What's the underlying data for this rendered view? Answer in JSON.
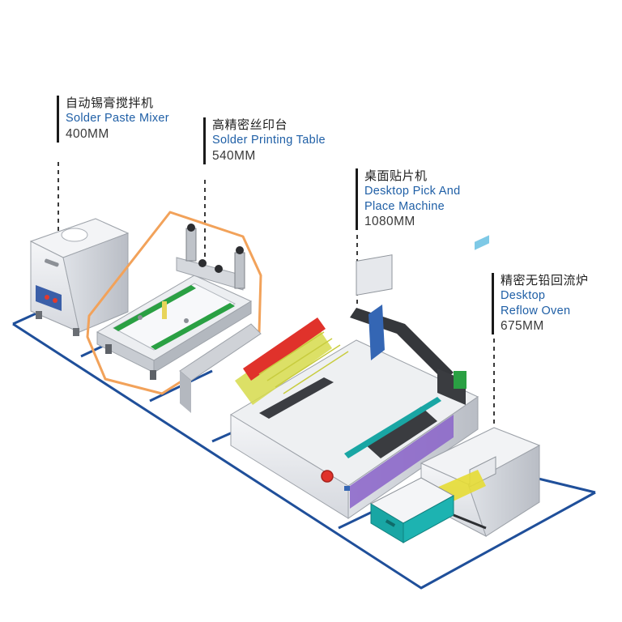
{
  "colors": {
    "floor_line": "#1f4f9a",
    "highlight": "#f2a25a",
    "machine_body": "#e9ebee",
    "accent_blue": "#3466b4",
    "accent_green": "#2aa043",
    "accent_red": "#e0322b",
    "accent_yellow": "#d8d64a",
    "accent_purple": "#8a63c9",
    "accent_teal": "#19a6a4"
  },
  "machines": [
    {
      "cn": "自动锡膏搅拌机",
      "en": "Solder Paste Mixer",
      "size": "400MM",
      "icon": "mixer-icon"
    },
    {
      "cn": "高精密丝印台",
      "en": "Solder Printing Table",
      "size": "540MM",
      "icon": "printing-table-icon"
    },
    {
      "cn": "桌面贴片机",
      "en": "Desktop Pick And Place Machine",
      "en_lines": [
        "Desktop Pick And",
        "Place Machine"
      ],
      "size": "1080MM",
      "icon": "pick-and-place-icon"
    },
    {
      "cn": "精密无铅回流炉",
      "en": "Desktop Reflow Oven",
      "en_lines": [
        "Desktop",
        "Reflow Oven"
      ],
      "size": "675MM",
      "icon": "reflow-oven-icon"
    }
  ]
}
